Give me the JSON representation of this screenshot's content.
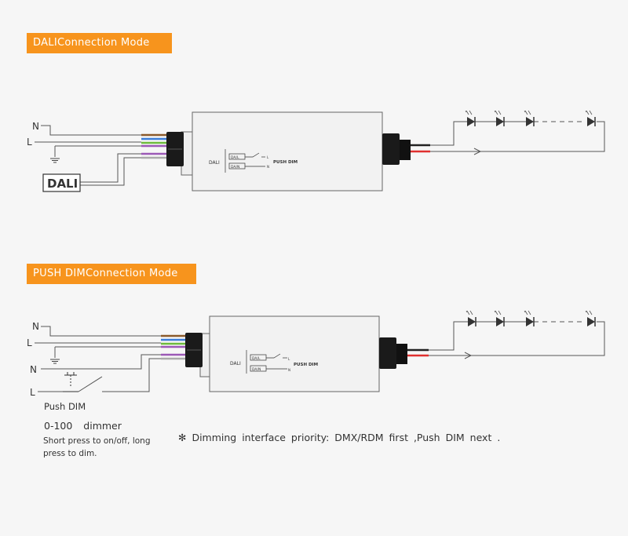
{
  "sections": [
    {
      "title": "DALIConnection Mode",
      "inputs": {
        "n": "N",
        "l": "L"
      },
      "controller_label": "DALI",
      "driver": {
        "label": "DALI",
        "terminal_top": "DA/L",
        "terminal_bottom": "DA/N",
        "switch_label": "PUSH DIM",
        "pin_l": "L",
        "pin_n": "N"
      }
    },
    {
      "title": "PUSH DIMConnection Mode",
      "inputs": {
        "n": "N",
        "l": "L",
        "n2": "N",
        "l2": "L"
      },
      "push_dim_label": "Push DIM",
      "dimmer_range": "0-100 dimmer",
      "press_note": "Short press to on/off, long press to dim.",
      "driver": {
        "label": "DALI",
        "terminal_top": "DA/L",
        "terminal_bottom": "DA/N",
        "switch_label": "PUSH DIM",
        "pin_l": "L",
        "pin_n": "N"
      }
    }
  ],
  "priority_note": "✻ Dimming interface priority: DMX/RDM first ,Push DIM next ."
}
